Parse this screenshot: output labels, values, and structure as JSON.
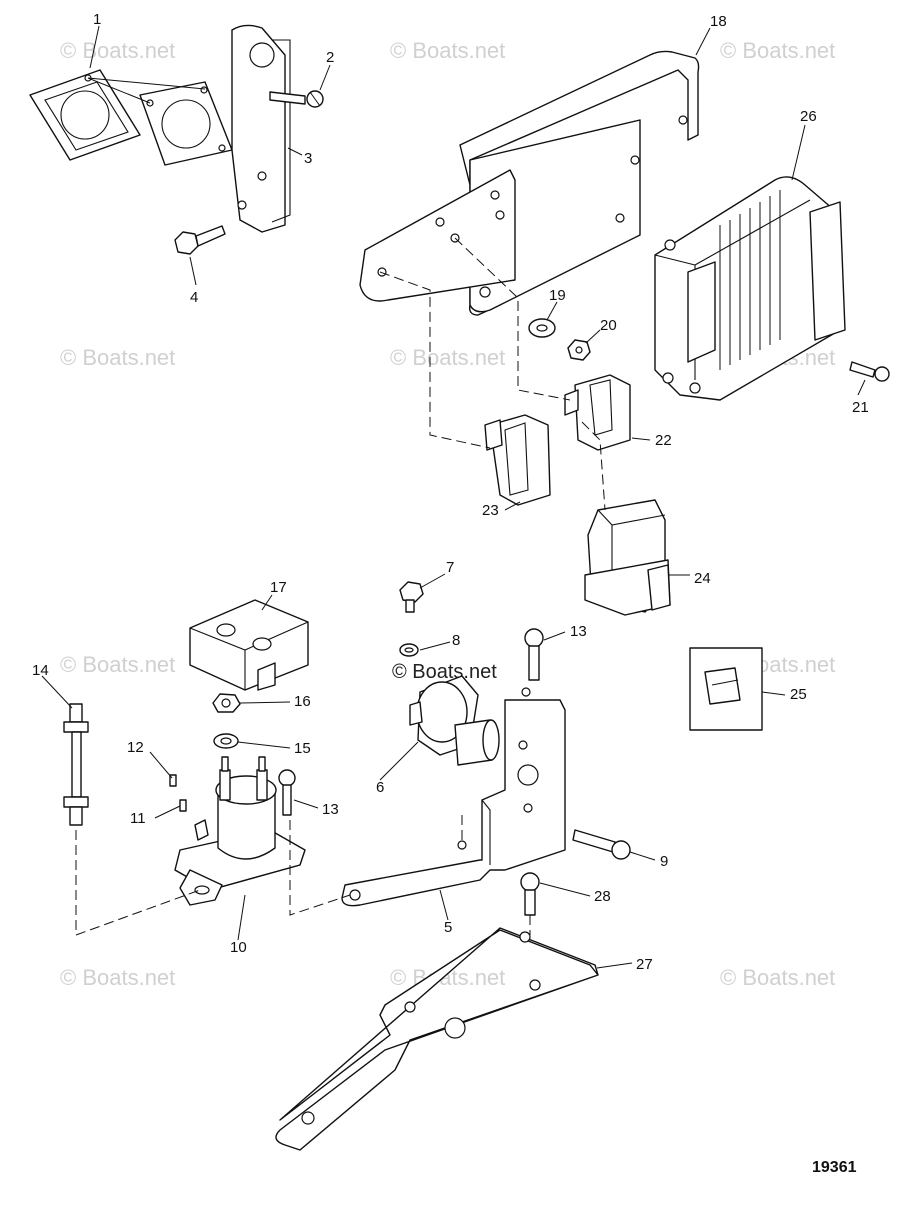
{
  "diagram": {
    "figure_number": "19361",
    "watermark": "© Boats.net",
    "callouts": [
      "1",
      "2",
      "3",
      "4",
      "5",
      "6",
      "7",
      "8",
      "9",
      "10",
      "11",
      "12",
      "13",
      "13",
      "14",
      "15",
      "16",
      "17",
      "18",
      "19",
      "20",
      "21",
      "22",
      "23",
      "24",
      "25",
      "26",
      "27",
      "28"
    ]
  }
}
